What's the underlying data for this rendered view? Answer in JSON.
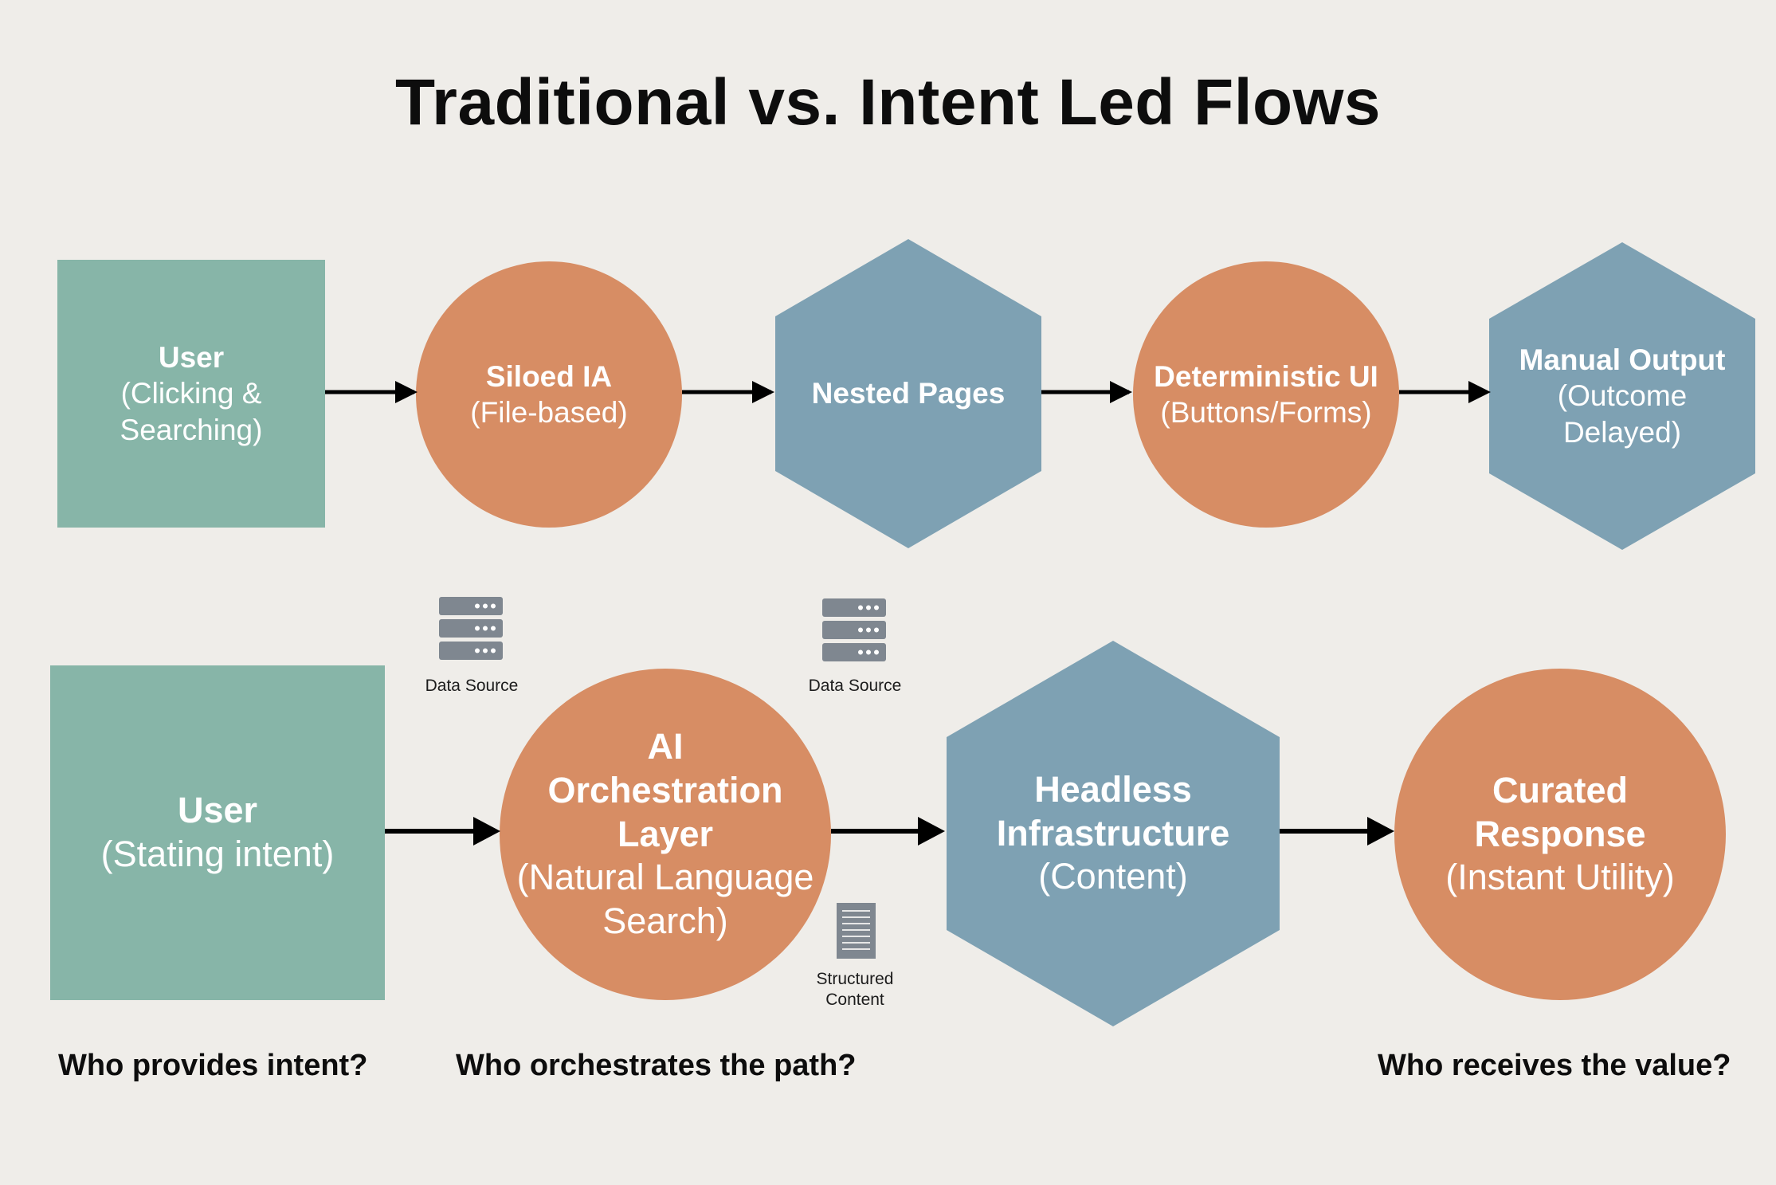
{
  "title": "Traditional vs. Intent Led Flows",
  "colors": {
    "background": "#efede9",
    "teal": "#87b5a8",
    "orange": "#d78d64",
    "slate": "#7ea1b3",
    "icon_gray": "#7f8790",
    "text_on_shape": "#ffffff",
    "arrow": "#000000"
  },
  "traditional_flow": {
    "nodes": [
      {
        "shape": "square",
        "name": "User",
        "sub": "(Clicking & Searching)"
      },
      {
        "shape": "circle",
        "name": "Siloed IA",
        "sub": "(File-based)"
      },
      {
        "shape": "hexagon",
        "name": "Nested Pages",
        "sub": ""
      },
      {
        "shape": "circle",
        "name": "Deterministic UI",
        "sub": "(Buttons/Forms)"
      },
      {
        "shape": "hexagon",
        "name": "Manual Output",
        "sub": "(Outcome Delayed)"
      }
    ]
  },
  "intent_flow": {
    "nodes": [
      {
        "shape": "square",
        "name": "User",
        "sub": "(Stating intent)"
      },
      {
        "shape": "circle",
        "name": "AI Orchestration Layer",
        "sub": "(Natural Language Search)"
      },
      {
        "shape": "hexagon",
        "name": "Headless Infrastructure",
        "sub": "(Content)"
      },
      {
        "shape": "circle",
        "name": "Curated Response",
        "sub": "(Instant Utility)"
      }
    ],
    "icons": [
      {
        "icon": "server-icon",
        "label": "Data Source"
      },
      {
        "icon": "server-icon",
        "label": "Data Source"
      },
      {
        "icon": "document-icon",
        "label": "Structured Content"
      }
    ]
  },
  "questions": [
    "Who provides intent?",
    "Who orchestrates the path?",
    "Who receives the value?"
  ]
}
